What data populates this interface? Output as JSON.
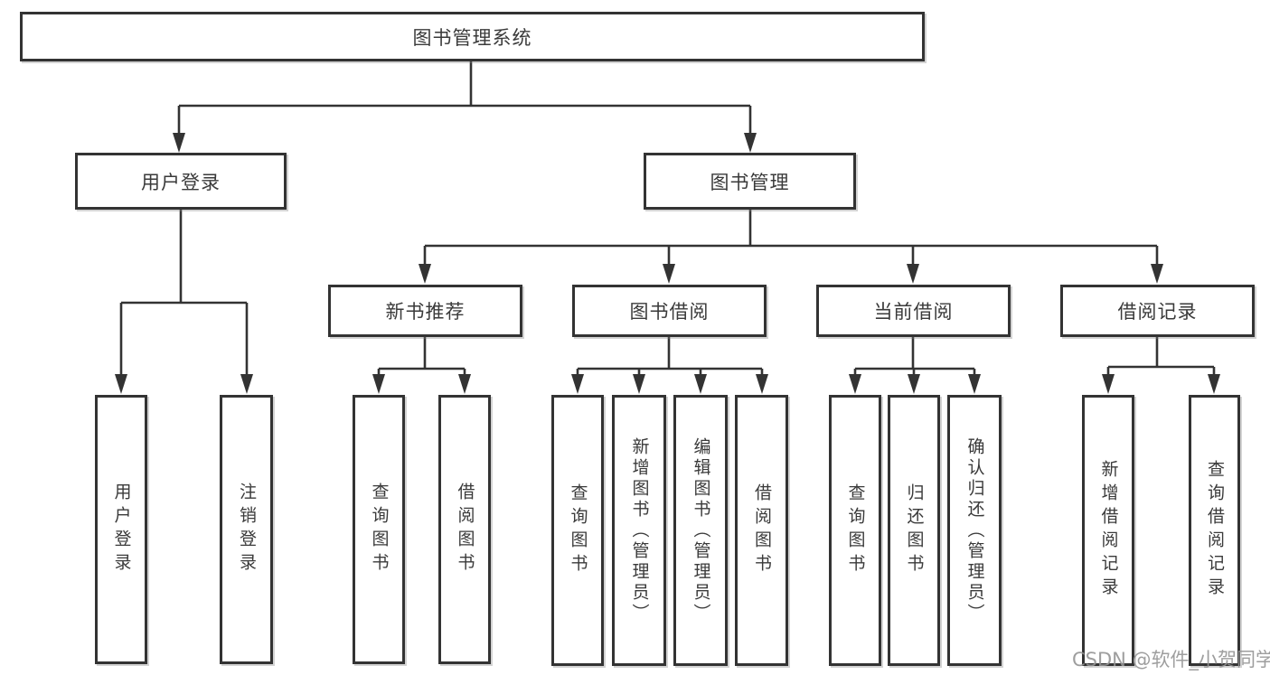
{
  "diagram": {
    "root": {
      "label": "图书管理系统"
    },
    "branches": [
      {
        "label": "用户登录",
        "children": [
          {
            "label": "用户登录"
          },
          {
            "label": "注销登录"
          }
        ]
      },
      {
        "label": "图书管理",
        "children": [
          {
            "label": "新书推荐",
            "children": [
              {
                "label": "查询图书"
              },
              {
                "label": "借阅图书"
              }
            ]
          },
          {
            "label": "图书借阅",
            "children": [
              {
                "label": "查询图书"
              },
              {
                "label": "新增图书（管理员）"
              },
              {
                "label": "编辑图书（管理员）"
              },
              {
                "label": "借阅图书"
              }
            ]
          },
          {
            "label": "当前借阅",
            "children": [
              {
                "label": "查询图书"
              },
              {
                "label": "归还图书"
              },
              {
                "label": "确认归还（管理员）"
              }
            ]
          },
          {
            "label": "借阅记录",
            "children": [
              {
                "label": "新增借阅记录"
              },
              {
                "label": "查询借阅记录"
              }
            ]
          }
        ]
      }
    ]
  },
  "watermark": {
    "text": "CSDN @软件_小贺同学"
  },
  "colors": {
    "line": "#333333",
    "box_border": "#333333",
    "text": "#3a3a3a",
    "watermark": "#949494",
    "background": "#ffffff"
  }
}
